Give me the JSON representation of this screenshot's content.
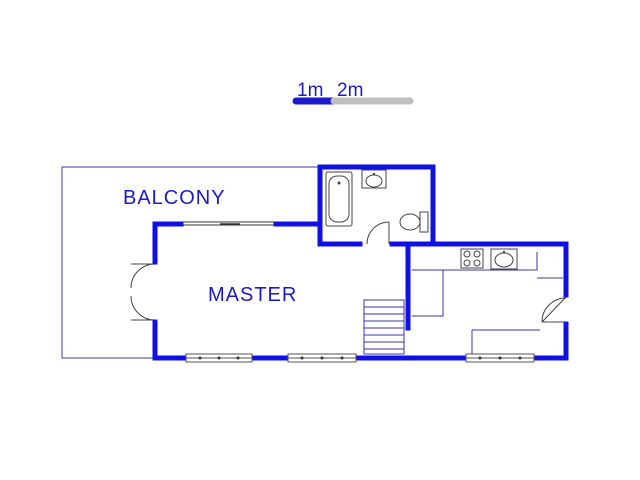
{
  "scale_bar": {
    "label_1": "1m",
    "label_2": "2m",
    "color_dark": "#1a1acc",
    "color_light": "#c0c0c0"
  },
  "rooms": {
    "balcony": "BALCONY",
    "master": "MASTER"
  },
  "colors": {
    "wall": "#1010e6",
    "thin_line": "#3a36a8",
    "label": "#1a1acc"
  }
}
